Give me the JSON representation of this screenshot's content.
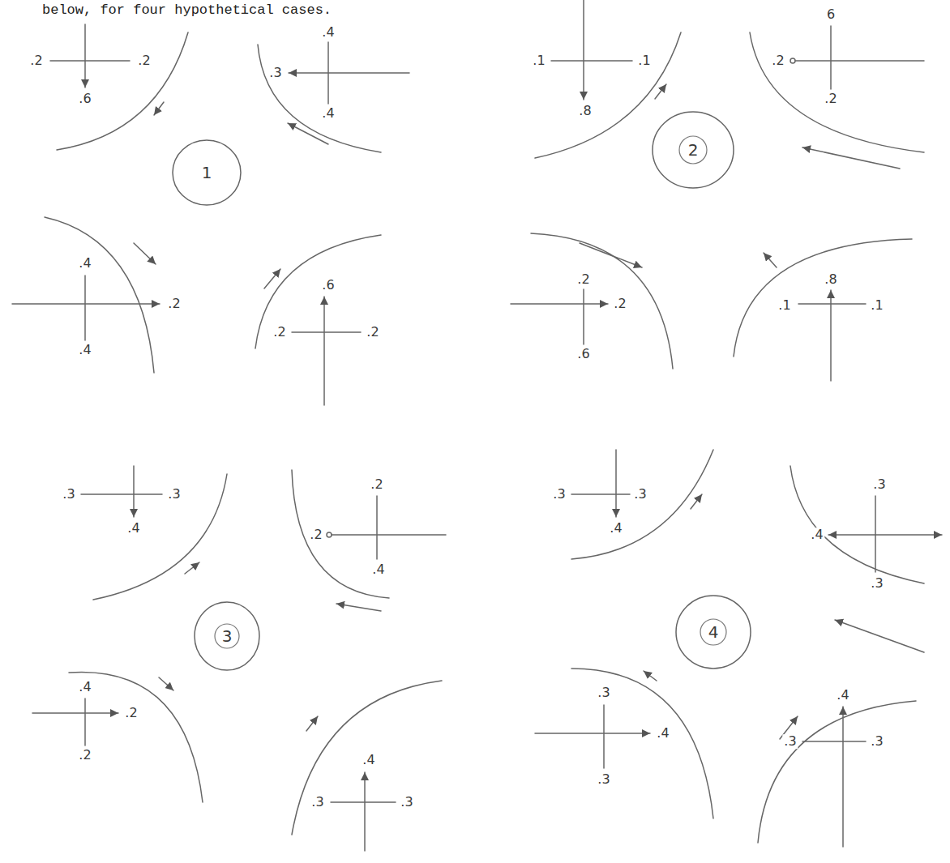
{
  "diagram": {
    "nodes": [
      {
        "text": [
          "1"
        ]
      },
      {
        "text": [
          "2"
        ]
      },
      {
        "text": [
          "3"
        ]
      },
      {
        "text": [
          "4"
        ]
      }
    ],
    "labels": [
      "below, for four hypothetical cases.",
      ".2",
      ".2",
      ".6",
      ".4",
      ".3",
      ".4",
      ".4",
      ".2",
      ".4",
      ".6",
      ".2",
      ".2",
      ".1",
      ".1",
      ".8",
      "6",
      ".2",
      ".2",
      ".2",
      ".2",
      ".6",
      ".8",
      ".1",
      ".1",
      ".3",
      ".3",
      ".4",
      ".2",
      ".2",
      ".4",
      ".4",
      ".2",
      ".2",
      ".4",
      ".3",
      ".3",
      ".3",
      ".3",
      ".4",
      ".3",
      ".4",
      ".3",
      ".3",
      ".4",
      ".3",
      ".4",
      ".3",
      ".3"
    ]
  }
}
